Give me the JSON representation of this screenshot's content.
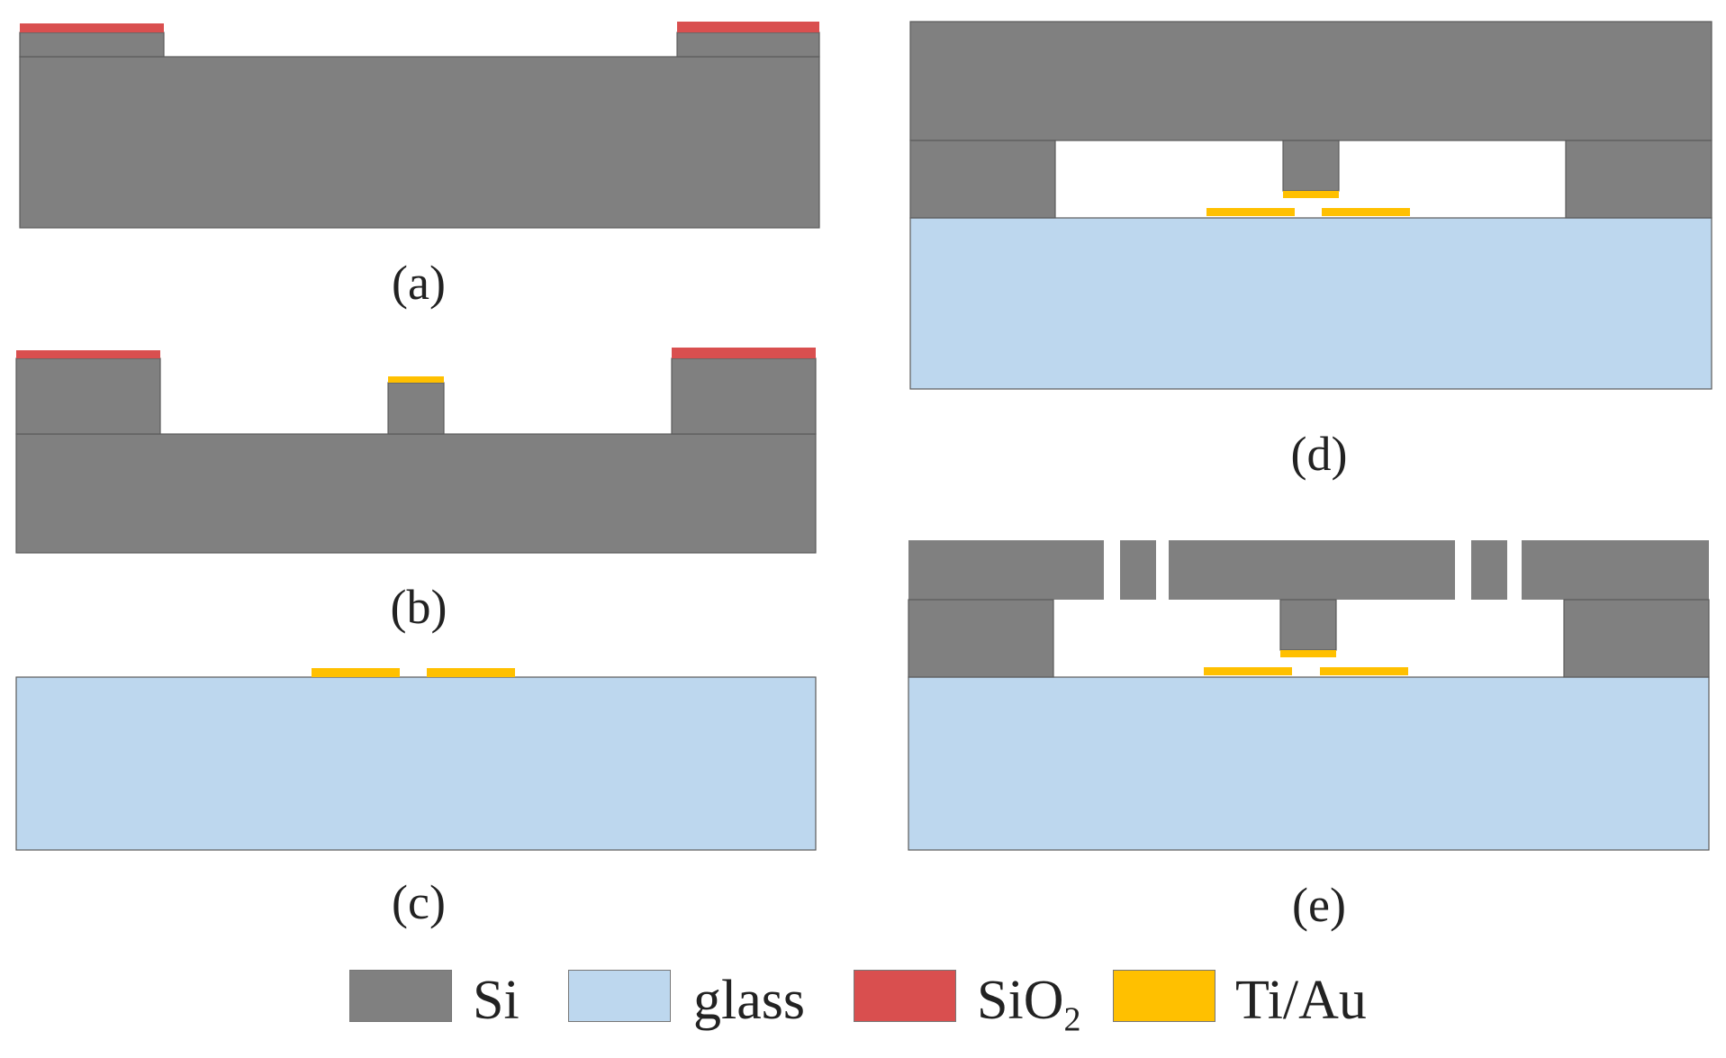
{
  "panels": {
    "a": {
      "label": "(a)"
    },
    "b": {
      "label": "(b)"
    },
    "c": {
      "label": "(c)"
    },
    "d": {
      "label": "(d)"
    },
    "e": {
      "label": "(e)"
    }
  },
  "legend": {
    "si": {
      "label": "Si",
      "color": "#808080"
    },
    "glass": {
      "label": "glass",
      "color": "#bdd7ee"
    },
    "sio2": {
      "label": "SiO",
      "sub": "2",
      "color": "#d94f4f"
    },
    "tiau": {
      "label": "Ti/Au",
      "color": "#ffc000"
    }
  },
  "colors": {
    "si": "#808080",
    "glass": "#bdd7ee",
    "sio2": "#d94f4f",
    "tiau": "#ffc000",
    "edge": "#5a5a5a",
    "background": "#ffffff"
  }
}
